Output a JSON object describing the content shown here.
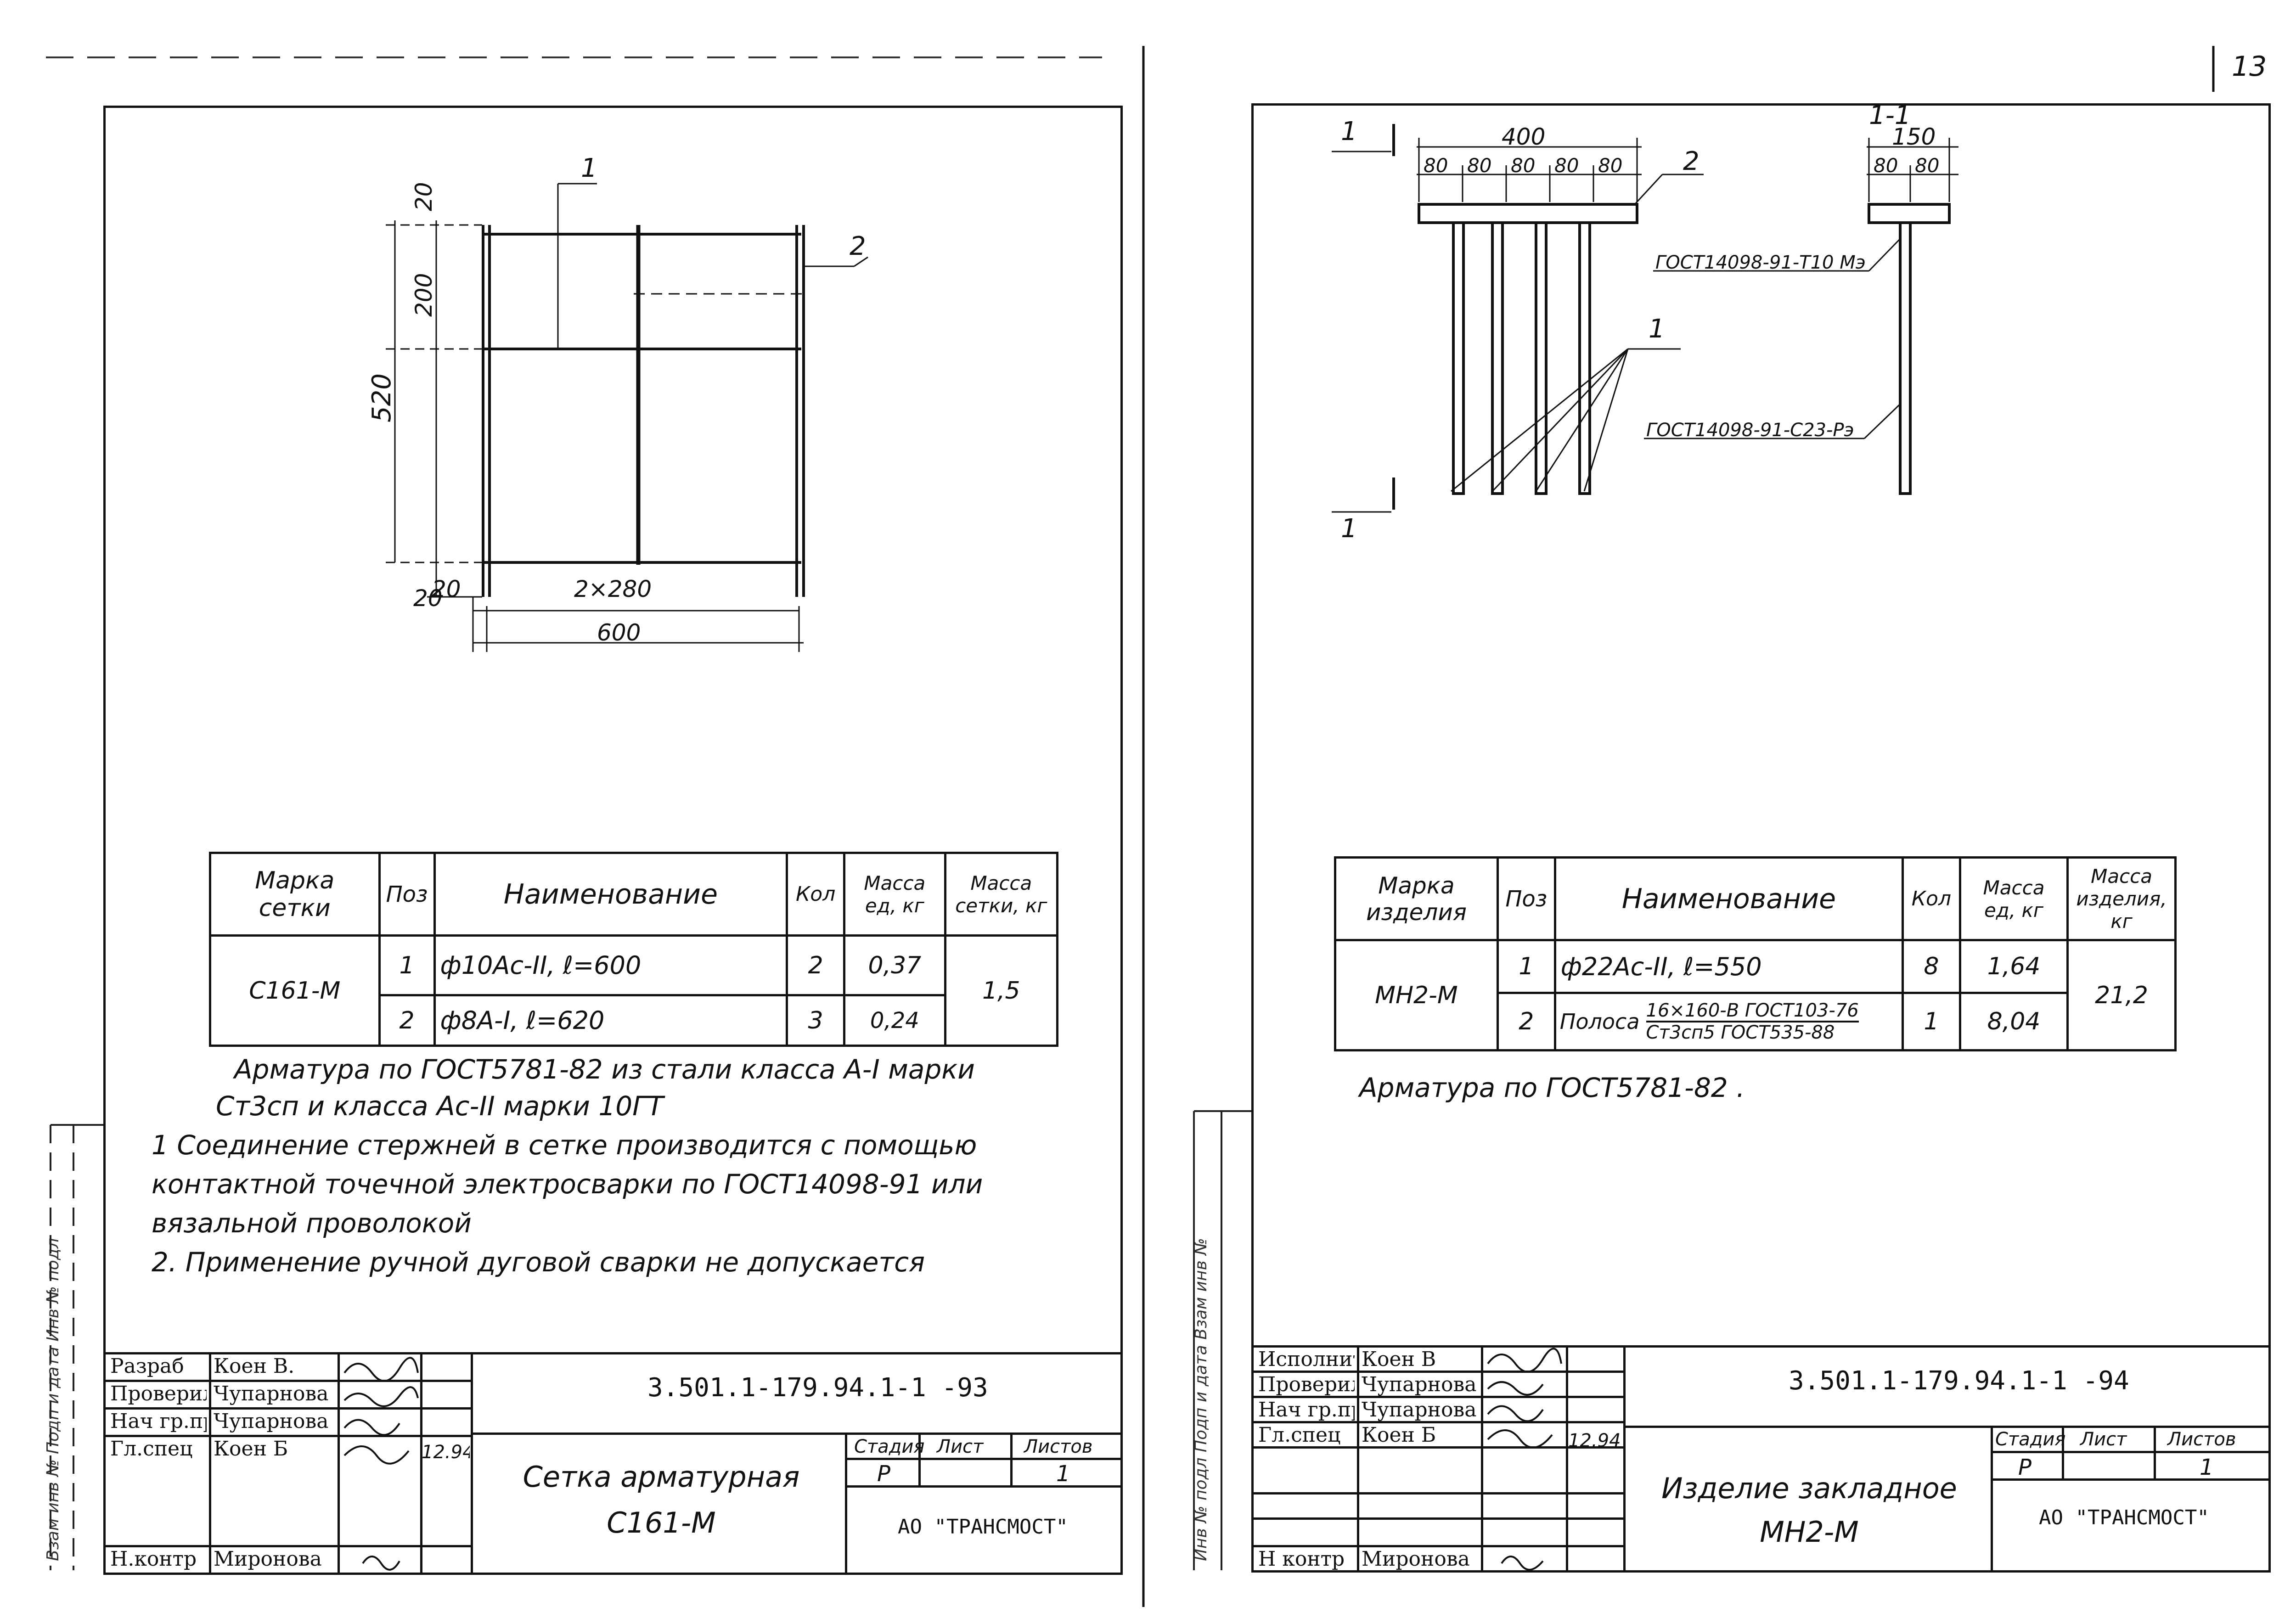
{
  "page_number": "13",
  "left": {
    "drawing": {
      "dims": {
        "top": "20",
        "upper": "200",
        "height": "520",
        "bottom": "20",
        "left_margin": "20",
        "span": "2×280",
        "total": "600"
      },
      "callouts": [
        "1",
        "2"
      ]
    },
    "table": {
      "headers": [
        "Марка сетки",
        "Поз",
        "Наименование",
        "Кол",
        "Масса ед, кг",
        "Масса сетки, кг"
      ],
      "mark": "С161-М",
      "rows": [
        {
          "pos": "1",
          "name": "ф10Aс-II, ℓ=600",
          "qty": "2",
          "mass": "0,37"
        },
        {
          "pos": "2",
          "name": "ф8А-I, ℓ=620",
          "qty": "3",
          "mass": "0,24"
        }
      ],
      "total_mass": "1,5"
    },
    "notes": [
      "Арматура по ГОСТ5781-82 из стали класса А-I марки",
      "Ст3сп и класса Ас-II марки 10ГТ",
      "1 Соединение стержней в сетке производится с помощью",
      "контактной точечной электросварки по ГОСТ14098-91 или",
      "вязальной проволокой",
      "2. Применение ручной дуговой сварки не допускается"
    ],
    "stamp": {
      "roles": [
        "Разраб",
        "Проверил",
        "Нач гр.пр",
        "Гл.спец",
        "",
        "Н.контр"
      ],
      "names": [
        "Коен В.",
        "Чупарнова",
        "Чупарнова",
        "Коен Б",
        "",
        "Миронова"
      ],
      "date": "12.94",
      "code": "3.501.1-179.94.1-1 -93",
      "stage_headers": [
        "Стадия",
        "Лист",
        "Листов"
      ],
      "stage": "Р",
      "sheets": "1",
      "title_line1": "Сетка арматурная",
      "title_line2": "С161-М",
      "org": "АО \"ТРАНСМОСТ\""
    },
    "side_strip": "Взам инв № Подп и дата Инв № подл"
  },
  "right": {
    "drawing": {
      "section_mark": "1",
      "section_label": "1-1",
      "dims": {
        "total": "400",
        "parts": [
          "80",
          "80",
          "80",
          "80",
          "80"
        ],
        "side_total": "150",
        "side_parts": [
          "80",
          "80"
        ]
      },
      "callouts": [
        "1",
        "2"
      ],
      "weld1": "ГОСТ14098-91-Т10 Мэ",
      "weld2": "ГОСТ14098-91-С23-Рэ"
    },
    "table": {
      "headers": [
        "Марка изделия",
        "Поз",
        "Наименование",
        "Кол",
        "Масса ед, кг",
        "Масса изделия, кг"
      ],
      "mark": "МН2-М",
      "rows": [
        {
          "pos": "1",
          "name": "ф22Aс-II, ℓ=550",
          "qty": "8",
          "mass": "1,64"
        },
        {
          "pos": "2",
          "name_prefix": "Полоса",
          "name_top": "16×160-В ГОСТ103-76",
          "name_bottom": "Ст3сп5 ГОСТ535-88",
          "qty": "1",
          "mass": "8,04"
        }
      ],
      "total_mass": "21,2"
    },
    "notes": [
      "Арматура по ГОСТ5781-82 ."
    ],
    "stamp": {
      "roles": [
        "Исполнит",
        "Проверил",
        "Нач гр.пр",
        "Гл.спец",
        "",
        "",
        "Н контр"
      ],
      "names": [
        "Коен В",
        "Чупарнова",
        "Чупарнова",
        "Коен Б",
        "",
        "",
        "Миронова"
      ],
      "date": "12.94",
      "code": "3.501.1-179.94.1-1 -94",
      "stage_headers": [
        "Стадия",
        "Лист",
        "Листов"
      ],
      "stage": "Р",
      "sheets": "1",
      "title_line1": "Изделие закладное",
      "title_line2": "МН2-М",
      "org": "АО \"ТРАНСМОСТ\""
    },
    "side_strip": "Инв № подл Подп и дата Взам инв №"
  }
}
